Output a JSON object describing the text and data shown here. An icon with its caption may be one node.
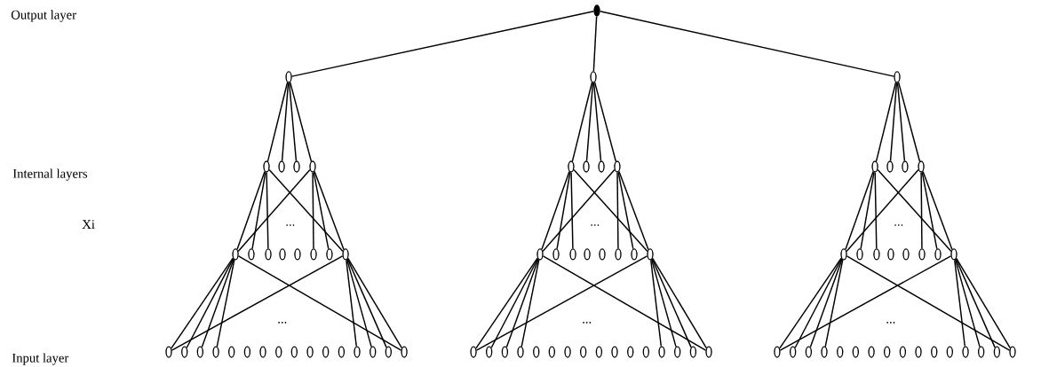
{
  "diagram": {
    "nodes": [
      {
        "text": [],
        "shape": "circle"
      },
      {
        "text": [],
        "shape": "circle"
      },
      {
        "text": [],
        "shape": "circle"
      },
      {
        "text": [],
        "shape": "circle"
      },
      {
        "text": [],
        "shape": "circle"
      },
      {
        "text": [],
        "shape": "circle"
      },
      {
        "text": [],
        "shape": "circle"
      },
      {
        "text": [],
        "shape": "circle"
      },
      {
        "text": [],
        "shape": "circle"
      },
      {
        "text": [],
        "shape": "circle"
      },
      {
        "text": [],
        "shape": "circle"
      },
      {
        "text": [],
        "shape": "circle"
      },
      {
        "text": [],
        "shape": "circle"
      },
      {
        "text": [],
        "shape": "circle"
      },
      {
        "text": [],
        "shape": "circle"
      },
      {
        "text": [],
        "shape": "circle"
      },
      {
        "text": [],
        "shape": "circle"
      },
      {
        "text": [],
        "shape": "circle"
      },
      {
        "text": [],
        "shape": "circle"
      },
      {
        "text": [],
        "shape": "circle"
      },
      {
        "text": [],
        "shape": "circle"
      },
      {
        "text": [],
        "shape": "circle"
      },
      {
        "text": [],
        "shape": "circle"
      },
      {
        "text": [],
        "shape": "circle"
      },
      {
        "text": [],
        "shape": "circle"
      },
      {
        "text": [],
        "shape": "circle"
      },
      {
        "text": [],
        "shape": "circle"
      },
      {
        "text": [],
        "shape": "circle"
      },
      {
        "text": [],
        "shape": "circle"
      },
      {
        "text": [],
        "shape": "circle"
      },
      {
        "text": [],
        "shape": "circle"
      },
      {
        "text": [],
        "shape": "circle"
      },
      {
        "text": [],
        "shape": "circle"
      },
      {
        "text": [],
        "shape": "circle"
      },
      {
        "text": [],
        "shape": "circle"
      },
      {
        "text": [],
        "shape": "circle"
      },
      {
        "text": [],
        "shape": "circle"
      },
      {
        "text": [],
        "shape": "circle"
      },
      {
        "text": [],
        "shape": "circle"
      },
      {
        "text": [],
        "shape": "circle"
      },
      {
        "text": [],
        "shape": "circle"
      },
      {
        "text": [],
        "shape": "circle"
      },
      {
        "text": [],
        "shape": "circle"
      },
      {
        "text": [],
        "shape": "circle"
      },
      {
        "text": [],
        "shape": "circle"
      },
      {
        "text": [],
        "shape": "circle"
      },
      {
        "text": [],
        "shape": "circle"
      },
      {
        "text": [],
        "shape": "circle"
      },
      {
        "text": [],
        "shape": "circle"
      },
      {
        "text": [],
        "shape": "circle"
      },
      {
        "text": [],
        "shape": "circle"
      },
      {
        "text": [],
        "shape": "circle"
      },
      {
        "text": [],
        "shape": "circle"
      },
      {
        "text": [],
        "shape": "circle"
      },
      {
        "text": [],
        "shape": "circle"
      },
      {
        "text": [],
        "shape": "circle"
      },
      {
        "text": [],
        "shape": "circle"
      },
      {
        "text": [],
        "shape": "circle"
      },
      {
        "text": [],
        "shape": "circle"
      },
      {
        "text": [],
        "shape": "circle"
      },
      {
        "text": [],
        "shape": "circle"
      },
      {
        "text": [],
        "shape": "circle"
      },
      {
        "text": [],
        "shape": "circle"
      },
      {
        "text": [],
        "shape": "circle"
      },
      {
        "text": [],
        "shape": "circle"
      },
      {
        "text": [],
        "shape": "circle"
      },
      {
        "text": [],
        "shape": "circle"
      },
      {
        "text": [],
        "shape": "circle"
      },
      {
        "text": [],
        "shape": "circle"
      },
      {
        "text": [],
        "shape": "circle"
      },
      {
        "text": [],
        "shape": "circle"
      },
      {
        "text": [],
        "shape": "circle"
      },
      {
        "text": [],
        "shape": "circle"
      },
      {
        "text": [],
        "shape": "circle"
      },
      {
        "text": [],
        "shape": "circle"
      },
      {
        "text": [],
        "shape": "circle"
      },
      {
        "text": [],
        "shape": "circle"
      },
      {
        "text": [],
        "shape": "circle"
      },
      {
        "text": [],
        "shape": "circle"
      },
      {
        "text": [],
        "shape": "circle"
      },
      {
        "text": [],
        "shape": "circle"
      },
      {
        "text": [],
        "shape": "circle"
      },
      {
        "text": [],
        "shape": "circle"
      },
      {
        "text": [],
        "shape": "circle"
      },
      {
        "text": [],
        "shape": "circle"
      },
      {
        "text": [],
        "shape": "circle"
      },
      {
        "text": [],
        "shape": "circle"
      },
      {
        "text": [],
        "shape": "circle"
      }
    ],
    "edges": [
      {
        "from": 0,
        "to": 1,
        "arrow": "none"
      },
      {
        "from": 0,
        "to": 30,
        "arrow": "none"
      },
      {
        "from": 0,
        "to": 59,
        "arrow": "none"
      },
      {
        "from": 1,
        "to": 2,
        "arrow": "none"
      },
      {
        "from": 1,
        "to": 3,
        "arrow": "none"
      },
      {
        "from": 1,
        "to": 4,
        "arrow": "none"
      },
      {
        "from": 1,
        "to": 5,
        "arrow": "none"
      },
      {
        "from": 2,
        "to": 6,
        "arrow": "none"
      },
      {
        "from": 2,
        "to": 7,
        "arrow": "none"
      },
      {
        "from": 2,
        "to": 8,
        "arrow": "none"
      },
      {
        "from": 2,
        "to": 13,
        "arrow": "none"
      },
      {
        "from": 5,
        "to": 6,
        "arrow": "none"
      },
      {
        "from": 5,
        "to": 11,
        "arrow": "none"
      },
      {
        "from": 5,
        "to": 12,
        "arrow": "none"
      },
      {
        "from": 5,
        "to": 13,
        "arrow": "none"
      },
      {
        "from": 6,
        "to": 14,
        "arrow": "none"
      },
      {
        "from": 6,
        "to": 15,
        "arrow": "none"
      },
      {
        "from": 6,
        "to": 16,
        "arrow": "none"
      },
      {
        "from": 6,
        "to": 17,
        "arrow": "none"
      },
      {
        "from": 6,
        "to": 29,
        "arrow": "none"
      },
      {
        "from": 13,
        "to": 14,
        "arrow": "none"
      },
      {
        "from": 13,
        "to": 26,
        "arrow": "none"
      },
      {
        "from": 13,
        "to": 27,
        "arrow": "none"
      },
      {
        "from": 13,
        "to": 28,
        "arrow": "none"
      },
      {
        "from": 13,
        "to": 29,
        "arrow": "none"
      },
      {
        "from": 30,
        "to": 31,
        "arrow": "none"
      },
      {
        "from": 30,
        "to": 32,
        "arrow": "none"
      },
      {
        "from": 30,
        "to": 33,
        "arrow": "none"
      },
      {
        "from": 30,
        "to": 34,
        "arrow": "none"
      },
      {
        "from": 31,
        "to": 35,
        "arrow": "none"
      },
      {
        "from": 31,
        "to": 36,
        "arrow": "none"
      },
      {
        "from": 31,
        "to": 37,
        "arrow": "none"
      },
      {
        "from": 31,
        "to": 42,
        "arrow": "none"
      },
      {
        "from": 34,
        "to": 35,
        "arrow": "none"
      },
      {
        "from": 34,
        "to": 40,
        "arrow": "none"
      },
      {
        "from": 34,
        "to": 41,
        "arrow": "none"
      },
      {
        "from": 34,
        "to": 42,
        "arrow": "none"
      },
      {
        "from": 35,
        "to": 43,
        "arrow": "none"
      },
      {
        "from": 35,
        "to": 44,
        "arrow": "none"
      },
      {
        "from": 35,
        "to": 45,
        "arrow": "none"
      },
      {
        "from": 35,
        "to": 46,
        "arrow": "none"
      },
      {
        "from": 35,
        "to": 58,
        "arrow": "none"
      },
      {
        "from": 42,
        "to": 43,
        "arrow": "none"
      },
      {
        "from": 42,
        "to": 55,
        "arrow": "none"
      },
      {
        "from": 42,
        "to": 56,
        "arrow": "none"
      },
      {
        "from": 42,
        "to": 57,
        "arrow": "none"
      },
      {
        "from": 42,
        "to": 58,
        "arrow": "none"
      },
      {
        "from": 59,
        "to": 60,
        "arrow": "none"
      },
      {
        "from": 59,
        "to": 61,
        "arrow": "none"
      },
      {
        "from": 59,
        "to": 62,
        "arrow": "none"
      },
      {
        "from": 59,
        "to": 63,
        "arrow": "none"
      },
      {
        "from": 60,
        "to": 64,
        "arrow": "none"
      },
      {
        "from": 60,
        "to": 65,
        "arrow": "none"
      },
      {
        "from": 60,
        "to": 66,
        "arrow": "none"
      },
      {
        "from": 60,
        "to": 71,
        "arrow": "none"
      },
      {
        "from": 63,
        "to": 64,
        "arrow": "none"
      },
      {
        "from": 63,
        "to": 69,
        "arrow": "none"
      },
      {
        "from": 63,
        "to": 70,
        "arrow": "none"
      },
      {
        "from": 63,
        "to": 71,
        "arrow": "none"
      },
      {
        "from": 64,
        "to": 72,
        "arrow": "none"
      },
      {
        "from": 64,
        "to": 73,
        "arrow": "none"
      },
      {
        "from": 64,
        "to": 74,
        "arrow": "none"
      },
      {
        "from": 64,
        "to": 75,
        "arrow": "none"
      },
      {
        "from": 64,
        "to": 87,
        "arrow": "none"
      },
      {
        "from": 71,
        "to": 72,
        "arrow": "none"
      },
      {
        "from": 71,
        "to": 84,
        "arrow": "none"
      },
      {
        "from": 71,
        "to": 85,
        "arrow": "none"
      },
      {
        "from": 71,
        "to": 86,
        "arrow": "none"
      },
      {
        "from": 71,
        "to": 87,
        "arrow": "none"
      }
    ],
    "labels": [
      "Output layer",
      "Internal layers",
      "Xi",
      "...",
      "...",
      "...",
      "...",
      "...",
      "...",
      "Input layer"
    ]
  }
}
